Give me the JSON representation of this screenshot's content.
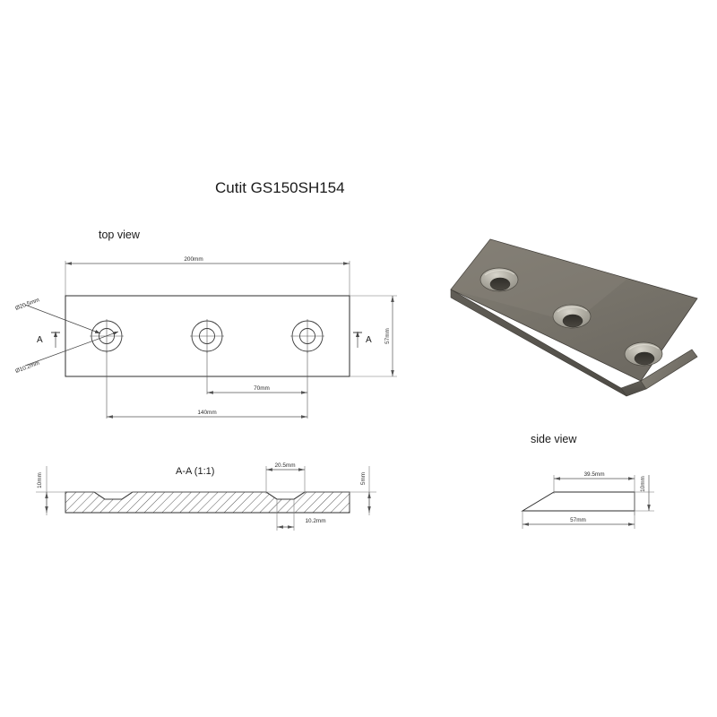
{
  "sheet": {
    "title": "Cutit GS150SH154",
    "background_color": "#ffffff",
    "line_color": "#3c3c3c"
  },
  "views": {
    "top": {
      "label": "top view",
      "dimensions": {
        "overall_length": "200mm",
        "overall_width": "57mm",
        "hole_span_outer": "140mm",
        "hole_span_inner": "70mm",
        "counterbore_dia": "Ø20.5mm",
        "through_dia": "Ø10.2mm"
      },
      "section_marker_left": "A",
      "section_marker_right": "A",
      "hole_count": 3
    },
    "section": {
      "label": "A-A (1:1)",
      "dimensions": {
        "thickness_left": "10mm",
        "thickness_right": "5mm",
        "counterbore_width": "20.5mm",
        "hole_width": "10.2mm"
      }
    },
    "side": {
      "label": "side view",
      "dimensions": {
        "flat_length": "39.5mm",
        "height": "10mm",
        "overall_width": "57mm"
      }
    },
    "iso": {
      "label": "",
      "body_color": "#77736a",
      "edge_color": "#5a5750",
      "countersink_rim_color": "#b0ada3",
      "countersink_bore_color": "#3a3833",
      "hole_count": 3
    }
  }
}
